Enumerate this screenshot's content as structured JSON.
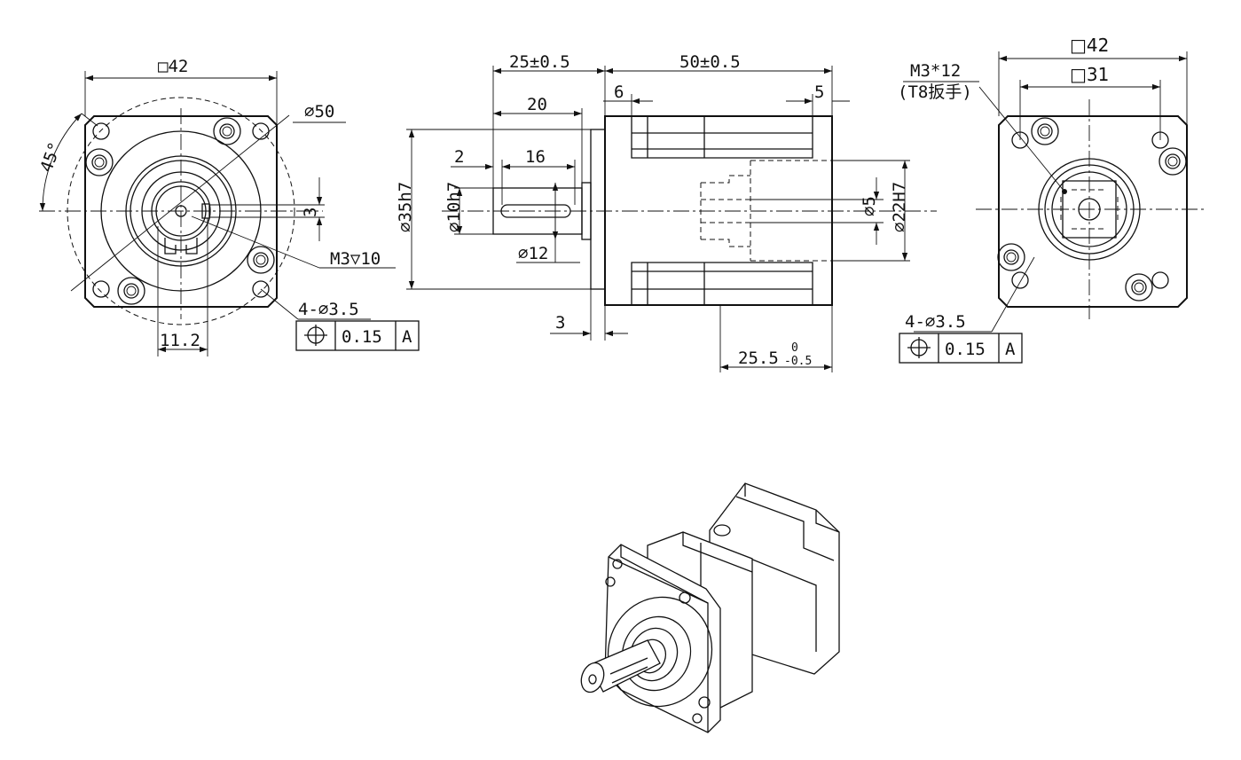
{
  "front_view": {
    "square_size": "□42",
    "pcd_label": "⌀50",
    "angle_label": "45°",
    "key_width": "3",
    "tapped_hole": "M3▽10",
    "key_offset": "11.2",
    "mount_holes": "4-⌀3.5",
    "tolerance": {
      "symbol": "position",
      "value": "0.15",
      "datum": "A"
    }
  },
  "side_view": {
    "shaft_length": "25±0.5",
    "body_length": "50±0.5",
    "shaft_to_flange": "20",
    "flange_step": "6",
    "rear_step": "5",
    "key_start": "2",
    "key_length": "16",
    "pilot_dia": "⌀35h7",
    "shaft_dia": "⌀10h7",
    "collar_dia": "⌀12",
    "flange_thickness": "3",
    "input_depth": "25.5",
    "input_depth_tol_upper": "0",
    "input_depth_tol_lower": "-0.5",
    "input_bore": "⌀5",
    "input_pilot": "⌀22H7"
  },
  "rear_view": {
    "square_outer": "□42",
    "square_inner": "□31",
    "screw_label": "M3*12",
    "wrench_label": "(T8扳手)",
    "mount_holes": "4-⌀3.5",
    "tolerance": {
      "symbol": "position",
      "value": "0.15",
      "datum": "A"
    }
  },
  "iso_view": {
    "icon": "gearbox-isometric-icon"
  }
}
